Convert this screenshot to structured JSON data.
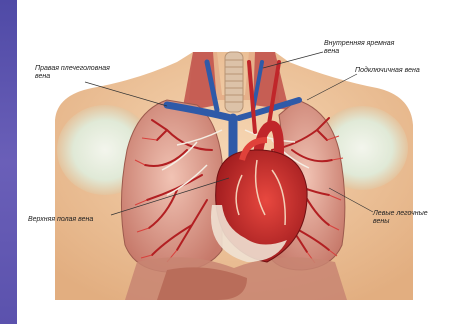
{
  "labels": {
    "right_brachiocephalic": "Правая плечеголовная\nвена",
    "internal_jugular": "Внутренняя яремная\nвена",
    "subclavian": "Подключичная вена",
    "superior_vena_cava": "Верхняя полая вена",
    "pulmonary_veins": "Левые легочные\nвены"
  },
  "colors": {
    "sidebar": "#5b52ad",
    "skin": "#f0c9a0",
    "lung": "#d99a8c",
    "vessel_red": "#c0262a",
    "vein_blue": "#2f5aa8"
  }
}
